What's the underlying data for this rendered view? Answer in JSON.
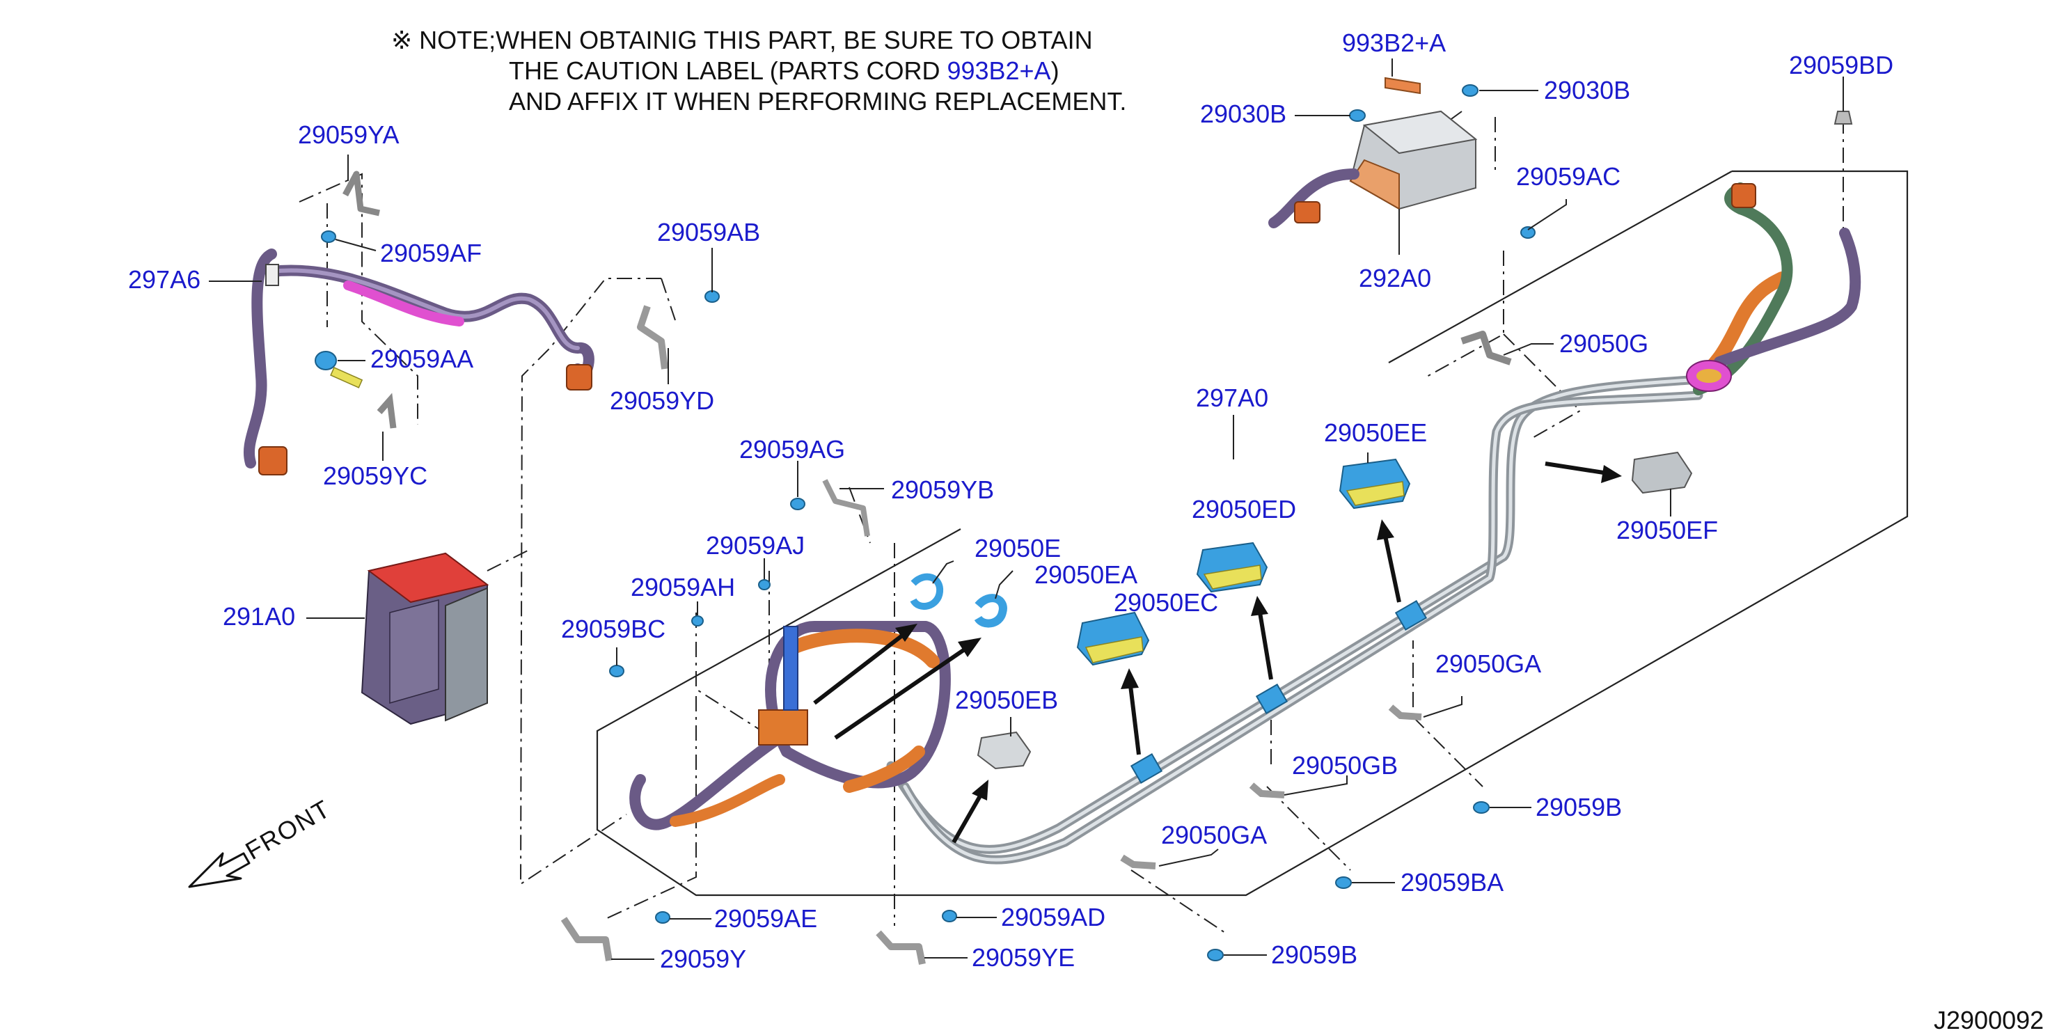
{
  "note": {
    "line1": "※ NOTE;WHEN OBTAINIG THIS PART, BE SURE TO OBTAIN",
    "line2_prefix": "THE CAUTION LABEL (PARTS CORD ",
    "line2_code": "993B2+A",
    "line2_suffix": ")",
    "line3": "AND AFFIX IT WHEN PERFORMING REPLACEMENT."
  },
  "front_label": "FRONT",
  "diagram_id": "J2900092",
  "colors": {
    "label": "#1a1acc",
    "bracket_blue": "#3aa0e0",
    "harness_orange": "#e07a2e",
    "harness_purple": "#6a5a86",
    "harness_pink": "#e050d0",
    "connector_orange": "#d9662a",
    "pipe_gray": "#8e959b",
    "unit_red": "#e0403a",
    "unit_purple": "#6a5f86",
    "label_sticker": "#e8864a"
  },
  "parts": {
    "p993B2A": "993B2+A",
    "p29030B_l": "29030B",
    "p29030B_r": "29030B",
    "p292A0": "292A0",
    "p29059BD": "29059BD",
    "p29059AC": "29059AC",
    "p29050G": "29050G",
    "p297A0": "297A0",
    "p29050EE": "29050EE",
    "p29050ED": "29050ED",
    "p29050EF": "29050EF",
    "p29059YA": "29059YA",
    "p29059AF": "29059AF",
    "p297A6": "297A6",
    "p29059AB": "29059AB",
    "p29059AA": "29059AA",
    "p29059YD": "29059YD",
    "p29059YC": "29059YC",
    "p29059AG": "29059AG",
    "p29059YB": "29059YB",
    "p29059AJ": "29059AJ",
    "p29050E": "29050E",
    "p29050EA": "29050EA",
    "p29059AH": "29059AH",
    "p29050EC": "29050EC",
    "p291A0": "291A0",
    "p29059BC": "29059BC",
    "p29050EB": "29050EB",
    "p29050GA_r": "29050GA",
    "p29050GB": "29050GB",
    "p29059B_r": "29059B",
    "p29050GA_l": "29050GA",
    "p29059BA": "29059BA",
    "p29059AE": "29059AE",
    "p29059AD": "29059AD",
    "p29059Y": "29059Y",
    "p29059YE": "29059YE",
    "p29059B_b": "29059B"
  }
}
